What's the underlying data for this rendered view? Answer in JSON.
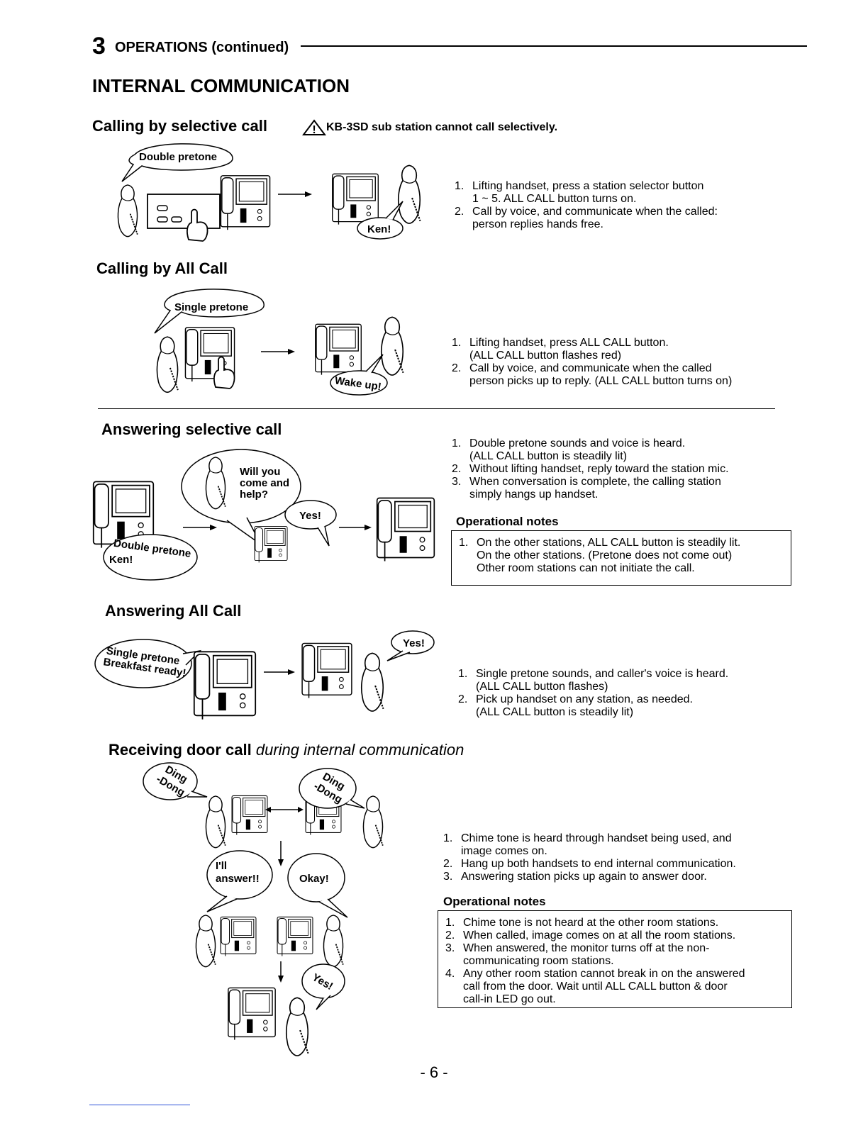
{
  "header": {
    "number": "3",
    "section": "OPERATIONS",
    "continued": "(continued)"
  },
  "page_title": "INTERNAL COMMUNICATION",
  "selective_call": {
    "title": "Calling by selective call",
    "warning": "KB-3SD sub station cannot call selectively.",
    "bubble_tone": "Double pretone",
    "bubble_name": "Ken!",
    "steps": [
      {
        "n": "1.",
        "lines": [
          "Lifting handset, press a station selector button",
          "1 ~ 5.  ALL CALL button turns on."
        ]
      },
      {
        "n": "2.",
        "lines": [
          "Call by voice, and communicate when the called:",
          "person replies hands free."
        ]
      }
    ]
  },
  "all_call": {
    "title": "Calling by All Call",
    "bubble_tone": "Single pretone",
    "bubble_wake": "Wake up!",
    "steps": [
      {
        "n": "1.",
        "lines": [
          "Lifting handset, press ALL CALL button.",
          "(ALL CALL button flashes red)"
        ]
      },
      {
        "n": "2.",
        "lines": [
          "Call by voice, and communicate when the called",
          "person picks up to reply. (ALL CALL button turns on)"
        ]
      }
    ]
  },
  "answer_selective": {
    "title": "Answering selective call",
    "bubble_help": [
      "Will you",
      "come and",
      "help?"
    ],
    "bubble_yes": "Yes!",
    "bubble_tone": "Double pretone",
    "bubble_name": "Ken!",
    "steps": [
      {
        "n": "1.",
        "lines": [
          "Double pretone sounds and voice is heard.",
          "(ALL CALL button is steadily lit)"
        ]
      },
      {
        "n": "2.",
        "lines": [
          "Without lifting handset, reply toward the station mic."
        ]
      },
      {
        "n": "3.",
        "lines": [
          "When conversation is complete, the calling station",
          "simply hangs up handset."
        ]
      }
    ],
    "notes_title": "Operational notes",
    "notes": [
      {
        "n": "1.",
        "lines": [
          "On the other stations, ALL CALL button is steadily lit.",
          "On the other stations. (Pretone does not come out)",
          "Other room stations can not initiate the call."
        ]
      }
    ]
  },
  "answer_all": {
    "title": "Answering All Call",
    "bubble_tone": "Single pretone",
    "bubble_breakfast": "Breakfast ready!",
    "bubble_yes": "Yes!",
    "steps": [
      {
        "n": "1.",
        "lines": [
          "Single pretone sounds, and caller's voice is heard.",
          "(ALL CALL button flashes)"
        ]
      },
      {
        "n": "2.",
        "lines": [
          "Pick up handset on any station, as needed.",
          "(ALL CALL button is steadily lit)"
        ]
      }
    ]
  },
  "door_call": {
    "title_bold": "Receiving door call",
    "title_italic": "during internal communication",
    "bubble_ding1": [
      "Ding",
      "-Dong"
    ],
    "bubble_ding2": [
      "Ding",
      "-Dong"
    ],
    "bubble_answer": [
      "I'll",
      "answer!!"
    ],
    "bubble_okay": "Okay!",
    "bubble_yes": "Yes!",
    "steps": [
      {
        "n": "1.",
        "lines": [
          "Chime tone is heard through handset being used, and",
          "image comes on."
        ]
      },
      {
        "n": "2.",
        "lines": [
          "Hang up both handsets to end internal communication."
        ]
      },
      {
        "n": "3.",
        "lines": [
          "Answering station picks up again to answer door."
        ]
      }
    ],
    "notes_title": "Operational notes",
    "notes": [
      {
        "n": "1.",
        "lines": [
          "Chime tone is not heard at the other room stations."
        ]
      },
      {
        "n": "2.",
        "lines": [
          "When called, image comes on at all the room stations."
        ]
      },
      {
        "n": "3.",
        "lines": [
          "When answered, the monitor turns off at the non-",
          "communicating room stations."
        ]
      },
      {
        "n": "4.",
        "lines": [
          "Any other room station cannot break in on the answered",
          "call from the door.  Wait until ALL CALL button & door",
          "call-in LED go out."
        ]
      }
    ]
  },
  "page_number": "- 6 -"
}
